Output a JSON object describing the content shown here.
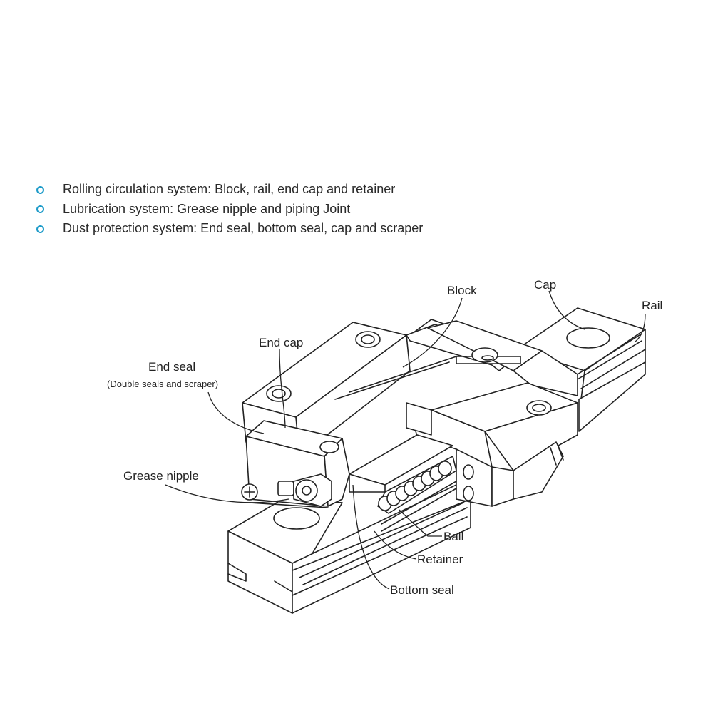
{
  "bullets": {
    "accent_color": "#1e9bc9",
    "items": [
      "Rolling circulation system: Block, rail, end cap and retainer",
      "Lubrication system: Grease nipple and piping Joint",
      "Dust protection system: End seal, bottom seal, cap and scraper"
    ]
  },
  "callouts": {
    "block": "Block",
    "cap": "Cap",
    "rail": "Rail",
    "end_cap": "End cap",
    "end_seal": "End seal",
    "end_seal_note": "(Double seals and scraper)",
    "grease_nipple": "Grease nipple",
    "ball": "Ball",
    "retainer": "Retainer",
    "bottom_seal": "Bottom seal"
  }
}
